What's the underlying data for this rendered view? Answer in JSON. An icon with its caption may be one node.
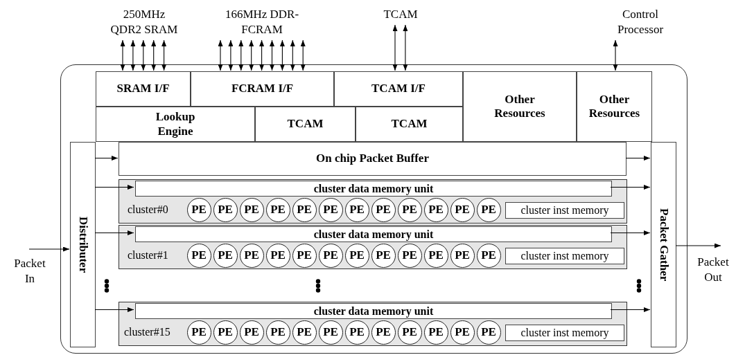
{
  "diagram": {
    "nodes": [
      {
        "text": [],
        "shape": "box"
      },
      {
        "text": [
          "250MHz QDR2 SRAM"
        ]
      },
      {
        "text": [
          "166MHz DDR-FCRAM"
        ]
      },
      {
        "text": [
          "TCAM"
        ]
      },
      {
        "text": [
          "Control Processor"
        ]
      },
      {
        "text": [
          "SRAM I/F"
        ],
        "in": 0
      },
      {
        "text": [
          "FCRAM I/F"
        ],
        "in": 0
      },
      {
        "text": [
          "TCAM I/F"
        ],
        "in": 0
      },
      {
        "text": [
          "Other Resources"
        ],
        "in": 0
      },
      {
        "text": [
          "Other Resources"
        ],
        "in": 0
      },
      {
        "text": [
          "Lookup Engine"
        ],
        "in": 0
      },
      {
        "text": [
          "TCAM"
        ],
        "in": 0
      },
      {
        "text": [
          "TCAM"
        ],
        "in": 0
      },
      {
        "text": [
          "Distributer"
        ],
        "in": 0
      },
      {
        "text": [
          "On chip Packet Buffer"
        ],
        "in": 0
      },
      {
        "text": [
          "cluster#0"
        ],
        "in": 0
      },
      {
        "text": [
          "cluster data memory unit"
        ],
        "in": 15
      },
      {
        "text": [
          "PE"
        ],
        "in": 15
      },
      {
        "text": [
          "PE"
        ],
        "in": 15
      },
      {
        "text": [
          "PE"
        ],
        "in": 15
      },
      {
        "text": [
          "PE"
        ],
        "in": 15
      },
      {
        "text": [
          "PE"
        ],
        "in": 15
      },
      {
        "text": [
          "PE"
        ],
        "in": 15
      },
      {
        "text": [
          "PE"
        ],
        "in": 15
      },
      {
        "text": [
          "PE"
        ],
        "in": 15
      },
      {
        "text": [
          "PE"
        ],
        "in": 15
      },
      {
        "text": [
          "PE"
        ],
        "in": 15
      },
      {
        "text": [
          "PE"
        ],
        "in": 15
      },
      {
        "text": [
          "PE"
        ],
        "in": 15
      },
      {
        "text": [
          "cluster inst memory"
        ],
        "in": 15
      },
      {
        "text": [
          "cluster#1"
        ],
        "in": 0
      },
      {
        "text": [
          "cluster data memory unit"
        ],
        "in": 30
      },
      {
        "text": [
          "PE"
        ],
        "in": 30
      },
      {
        "text": [
          "PE"
        ],
        "in": 30
      },
      {
        "text": [
          "PE"
        ],
        "in": 30
      },
      {
        "text": [
          "PE"
        ],
        "in": 30
      },
      {
        "text": [
          "PE"
        ],
        "in": 30
      },
      {
        "text": [
          "PE"
        ],
        "in": 30
      },
      {
        "text": [
          "PE"
        ],
        "in": 30
      },
      {
        "text": [
          "PE"
        ],
        "in": 30
      },
      {
        "text": [
          "PE"
        ],
        "in": 30
      },
      {
        "text": [
          "PE"
        ],
        "in": 30
      },
      {
        "text": [
          "PE"
        ],
        "in": 30
      },
      {
        "text": [
          "PE"
        ],
        "in": 30
      },
      {
        "text": [
          "cluster inst memory"
        ],
        "in": 30
      },
      {
        "text": [
          "cluster#15"
        ],
        "in": 0
      },
      {
        "text": [
          "cluster data memory unit"
        ],
        "in": 45
      },
      {
        "text": [
          "PE"
        ],
        "in": 45
      },
      {
        "text": [
          "PE"
        ],
        "in": 45
      },
      {
        "text": [
          "PE"
        ],
        "in": 45
      },
      {
        "text": [
          "PE"
        ],
        "in": 45
      },
      {
        "text": [
          "PE"
        ],
        "in": 45
      },
      {
        "text": [
          "PE"
        ],
        "in": 45
      },
      {
        "text": [
          "PE"
        ],
        "in": 45
      },
      {
        "text": [
          "PE"
        ],
        "in": 45
      },
      {
        "text": [
          "PE"
        ],
        "in": 45
      },
      {
        "text": [
          "PE"
        ],
        "in": 45
      },
      {
        "text": [
          "PE"
        ],
        "in": 45
      },
      {
        "text": [
          "PE"
        ],
        "in": 45
      },
      {
        "text": [
          "cluster inst memory"
        ],
        "in": 45
      },
      {
        "text": [
          "Packet Gather"
        ],
        "in": 0
      },
      {
        "text": [
          "Packet In"
        ]
      },
      {
        "text": [
          "Packet Out"
        ]
      }
    ],
    "edges": [
      {
        "from": 1,
        "to": 5,
        "arrow": "both"
      },
      {
        "from": 1,
        "to": 5,
        "arrow": "both"
      },
      {
        "from": 1,
        "to": 5,
        "arrow": "both"
      },
      {
        "from": 1,
        "to": 5,
        "arrow": "both"
      },
      {
        "from": 1,
        "to": 5,
        "arrow": "both"
      },
      {
        "from": 2,
        "to": 6,
        "arrow": "both"
      },
      {
        "from": 2,
        "to": 6,
        "arrow": "both"
      },
      {
        "from": 2,
        "to": 6,
        "arrow": "both"
      },
      {
        "from": 2,
        "to": 6,
        "arrow": "both"
      },
      {
        "from": 2,
        "to": 6,
        "arrow": "both"
      },
      {
        "from": 2,
        "to": 6,
        "arrow": "both"
      },
      {
        "from": 2,
        "to": 6,
        "arrow": "both"
      },
      {
        "from": 2,
        "to": 6,
        "arrow": "both"
      },
      {
        "from": 2,
        "to": 6,
        "arrow": "both"
      },
      {
        "from": 3,
        "to": 7,
        "arrow": "both"
      },
      {
        "from": 3,
        "to": 7,
        "arrow": "both"
      },
      {
        "from": 4,
        "to": 9,
        "arrow": "both"
      },
      {
        "from": 61,
        "to": 13,
        "arrow": "to"
      },
      {
        "from": 13,
        "to": 14,
        "arrow": "to"
      },
      {
        "from": 13,
        "to": 16,
        "arrow": "to"
      },
      {
        "from": 13,
        "to": 31,
        "arrow": "to"
      },
      {
        "from": 13,
        "to": 46,
        "arrow": "to"
      },
      {
        "from": 14,
        "to": 60,
        "arrow": "to"
      },
      {
        "from": 16,
        "to": 60,
        "arrow": "to"
      },
      {
        "from": 31,
        "to": 60,
        "arrow": "to"
      },
      {
        "from": 46,
        "to": 60,
        "arrow": "to"
      },
      {
        "from": 60,
        "to": 62,
        "arrow": "to"
      }
    ]
  }
}
